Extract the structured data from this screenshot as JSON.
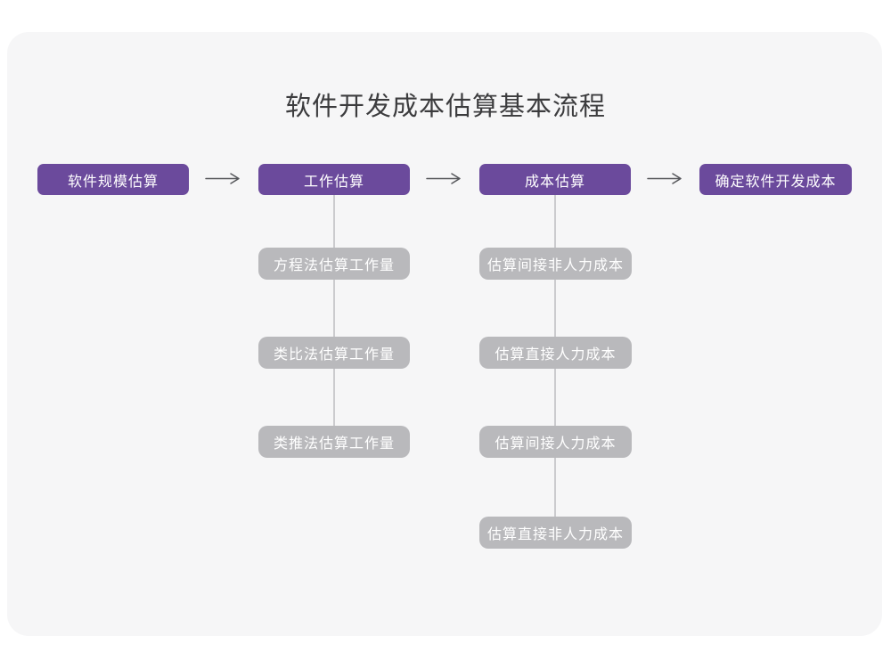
{
  "page": {
    "title": "软件开发成本估算基本流程"
  },
  "colors": {
    "page_background": "#ffffff",
    "canvas_background": "#f6f6f7",
    "stage_box": "#6b4a9c",
    "substep_box": "#b9b9bc",
    "box_text": "#ffffff",
    "title_text": "#3c3c3e",
    "arrow": "#55565a",
    "connector_line": "#cbcbce"
  },
  "flow": {
    "stages": [
      {
        "label": "软件规模估算"
      },
      {
        "label": "工作估算",
        "substeps": [
          "方程法估算工作量",
          "类比法估算工作量",
          "类推法估算工作量"
        ]
      },
      {
        "label": "成本估算",
        "substeps": [
          "估算间接非人力成本",
          "估算直接人力成本",
          "估算间接人力成本",
          "估算直接非人力成本"
        ]
      },
      {
        "label": "确定软件开发成本"
      }
    ]
  }
}
